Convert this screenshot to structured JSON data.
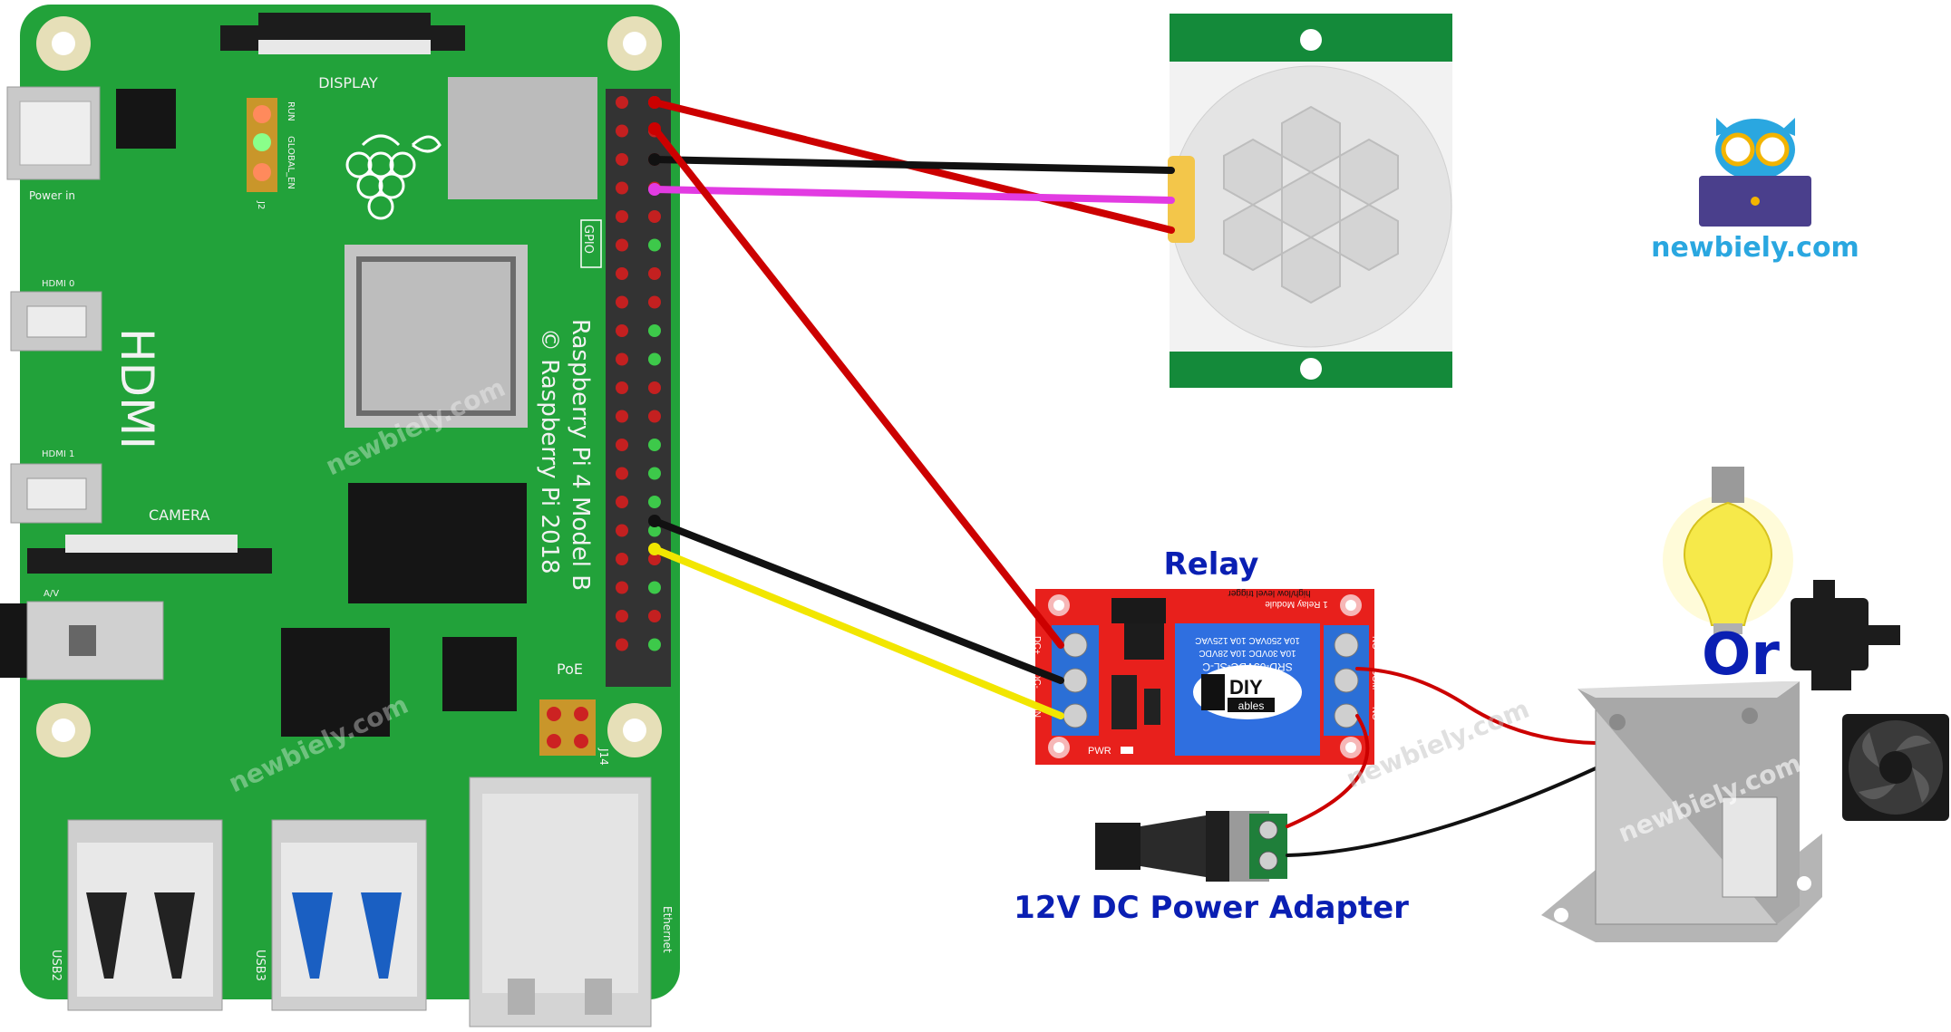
{
  "board": {
    "display_label": "DISPLAY",
    "power_label": "Power in",
    "hdmi_label": "HDMI",
    "hdmi0_label": "HDMI 0",
    "hdmi1_label": "HDMI 1",
    "camera_label": "CAMERA",
    "av_label": "A/V",
    "gpio_label": "GPIO",
    "poe_label": "PoE",
    "j14_label": "J14",
    "run_label": "RUN",
    "global_en_label": "GLOBAL_EN",
    "j2_label": "J2",
    "model_text": "Raspberry Pi 4 Model B",
    "copyright_text": "© Raspberry Pi 2018",
    "usb2_label": "USB2",
    "usb3_label": "USB3",
    "ethernet_label": "Ethernet"
  },
  "relay": {
    "title": "Relay",
    "module_line1": "1 Relay Module",
    "module_line2": "high/low level trigger",
    "coil_model": "SRD-05VDC-SL-C",
    "rating1": "10A 250VAC 10A 125VAC",
    "rating2": "10A 30VDC 10A 28VDC",
    "brand_top": "DIY",
    "brand_bottom": "ables",
    "pin_dc_plus": "DC+",
    "pin_dc_minus": "DC-",
    "pin_in": "IN",
    "pin_nc": "NC",
    "pin_com": "COM",
    "pin_no": "NO",
    "pwr_label": "PWR"
  },
  "adapter": {
    "label": "12V DC Power Adapter"
  },
  "devices": {
    "or_text": "Or"
  },
  "brand": {
    "site": "newbiely.com"
  },
  "watermark": {
    "text": "newbiely.com"
  },
  "colors": {
    "pcb": "#22a23a",
    "wire_red": "#cc0000",
    "wire_black": "#111111",
    "wire_magenta": "#e23be2",
    "wire_yellow": "#f2e600",
    "label_blue": "#0a1fb3",
    "brand_blue": "#2aa7e0"
  }
}
